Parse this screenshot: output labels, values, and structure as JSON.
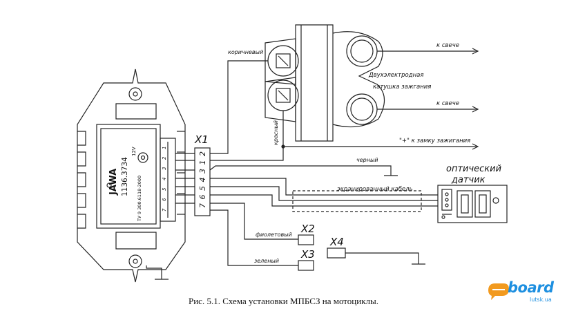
{
  "figure": {
    "caption": "Рис. 5.1. Схема установки  МПБСЗ на мотоциклы."
  },
  "unit": {
    "brand": "JAWA",
    "part_number": "1136.3734",
    "voltage": "12V",
    "spec": "ТУ 9 300.6118-2000",
    "pins": [
      "1",
      "2",
      "3",
      "4",
      "5",
      "6",
      "7"
    ]
  },
  "connector": {
    "title": "X1",
    "pins": [
      "2",
      "1",
      "3",
      "4",
      "5",
      "6",
      "7"
    ]
  },
  "labels": {
    "brown": "коричневый",
    "red": "красный",
    "black": "черный",
    "coil": [
      "Двухэлектродная",
      "катушка зажгания"
    ],
    "to_plug_1": "к свече",
    "to_plug_2": "к свече",
    "to_ignition": "\"+\" к замку зажигания",
    "shielded_cable": "экранированный кабель",
    "sensor": [
      "оптический",
      "датчик"
    ],
    "violet": "фиолетовый",
    "green": "зеленый",
    "x2": "X2",
    "x3": "X3",
    "x4": "X4"
  },
  "logo": {
    "word": "board",
    "sub": "lutsk.ua",
    "color": "#1d8fe0",
    "accent": "#f29a1f"
  }
}
